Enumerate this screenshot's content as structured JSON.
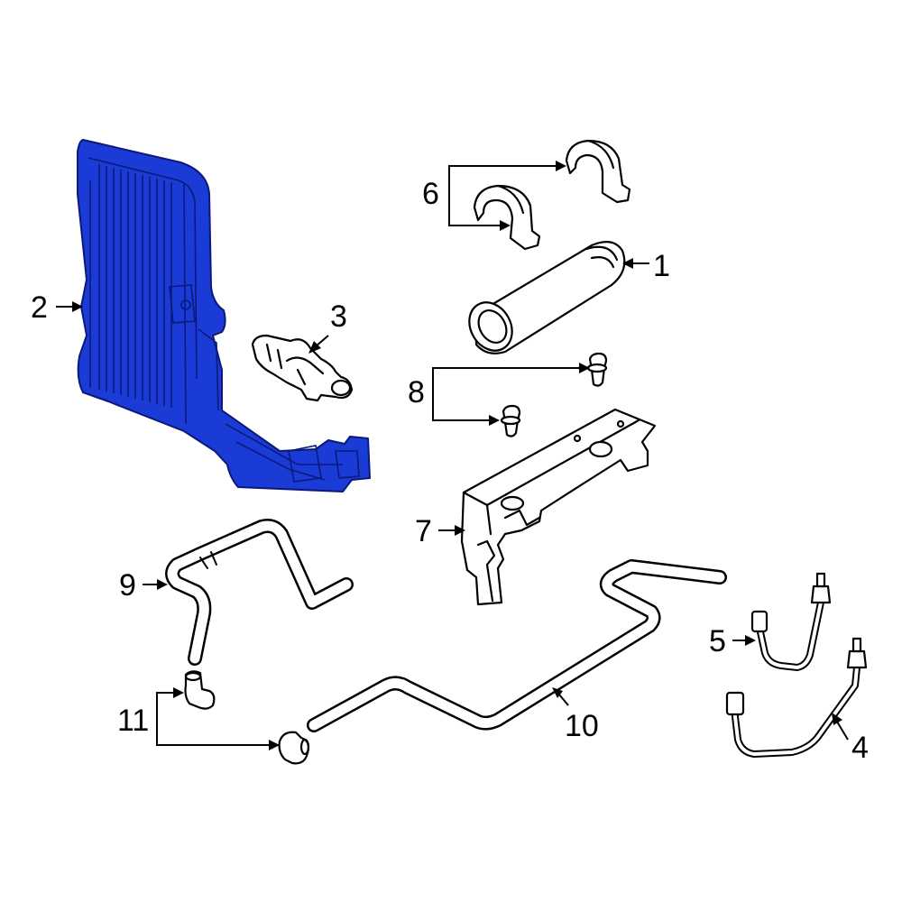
{
  "colors": {
    "highlight_fill": "#1a3bd6",
    "highlight_stroke": "#0b1a7a",
    "line": "#000000",
    "background": "#ffffff"
  },
  "callouts": {
    "c1": "1",
    "c2": "2",
    "c3": "3",
    "c4": "4",
    "c5": "5",
    "c6": "6",
    "c7": "7",
    "c8": "8",
    "c9": "9",
    "c10": "10",
    "c11": "11"
  },
  "highlighted_part": "2",
  "parts": [
    {
      "callout": "1",
      "icon": "receiver-drier-cylinder-icon"
    },
    {
      "callout": "2",
      "icon": "oil-cooler-panel-icon"
    },
    {
      "callout": "3",
      "icon": "connector-fitting-icon"
    },
    {
      "callout": "4",
      "icon": "cooler-line-long-icon"
    },
    {
      "callout": "5",
      "icon": "cooler-line-short-icon"
    },
    {
      "callout": "6",
      "icon": "mounting-clamp-icon"
    },
    {
      "callout": "7",
      "icon": "mounting-bracket-icon"
    },
    {
      "callout": "8",
      "icon": "push-pin-fastener-icon"
    },
    {
      "callout": "9",
      "icon": "upper-tube-icon"
    },
    {
      "callout": "10",
      "icon": "lower-tube-icon"
    },
    {
      "callout": "11",
      "icon": "elbow-fitting-icon"
    }
  ]
}
